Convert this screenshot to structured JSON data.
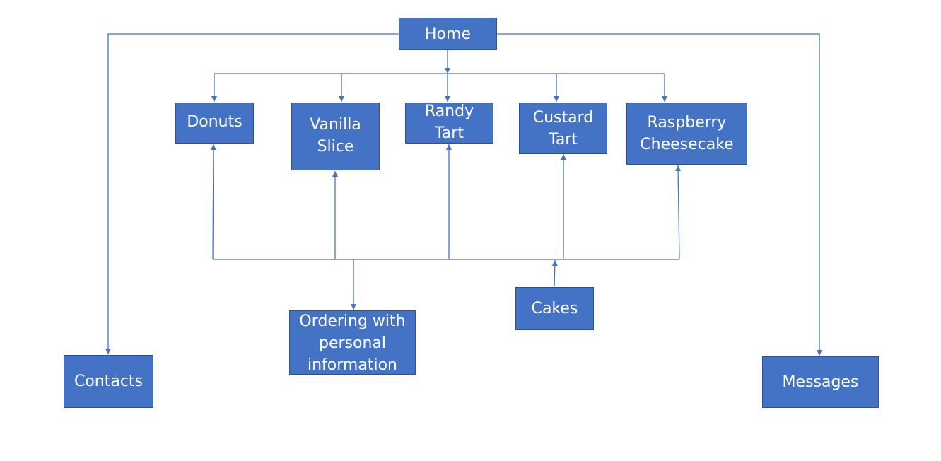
{
  "colors": {
    "node_fill": "#4472C4",
    "node_border": "#2F528F",
    "connector": "#4472C4",
    "node_text": "#FFFFFF"
  },
  "nodes": {
    "home": "Home",
    "donuts": "Donuts",
    "vanilla_slice": "Vanilla\nSlice",
    "randy_tart": "Randy\nTart",
    "custard_tart": "Custard\nTart",
    "raspberry_cheesecake": "Raspberry\nCheesecake",
    "ordering": "Ordering with\npersonal\ninformation",
    "cakes": "Cakes",
    "contacts": "Contacts",
    "messages": "Messages"
  }
}
